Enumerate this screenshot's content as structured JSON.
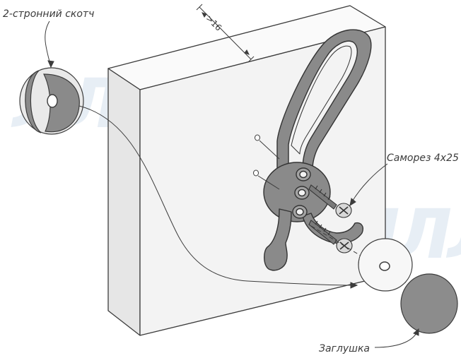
{
  "labels": {
    "tape": "2-стронний скотч",
    "screw": "Саморез 4x25",
    "cap": "Заглушка",
    "dimension": ">16"
  },
  "watermark": "ЛЛЛЛ",
  "colors": {
    "line": "#3c3c3c",
    "metal": "#8a8a8a",
    "metal_dark": "#5e5e5e",
    "panel_front": "#f2f2f2",
    "panel_top": "#fafafa",
    "panel_side": "#e4e4e4",
    "cap": "#8c8c8c",
    "watermark": "#e7eef5"
  }
}
